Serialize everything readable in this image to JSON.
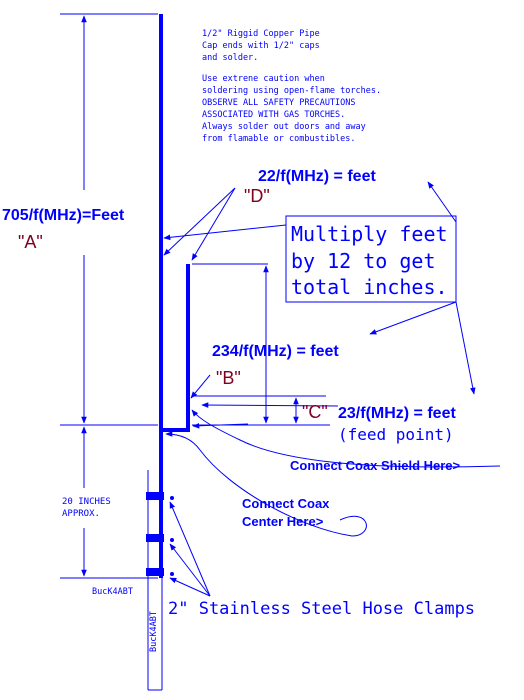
{
  "notes": {
    "line1": "1/2\" Riggid Copper Pipe",
    "line2": "Cap ends with 1/2\" caps",
    "line3": "and solder.",
    "line4": "Use extrene caution when",
    "line5": "soldering using open-flame torches.",
    "line6": "OBSERVE ALL SAFETY PRECAUTIONS",
    "line7": "ASSOCIATED WITH GAS TORCHES.",
    "line8": "Always solder out doors and away",
    "line9": "from flamable or combustibles."
  },
  "formulas": {
    "a": "705/f(MHz)=Feet",
    "d": "22/f(MHz) = feet",
    "b": "234/f(MHz) = feet",
    "c": "23/f(MHz) = feet"
  },
  "labels": {
    "a": "\"A\"",
    "b": "\"B\"",
    "c": "\"C\"",
    "d": "\"D\""
  },
  "multiply_box": {
    "line1": "Multiply feet",
    "line2": "by 12 to get",
    "line3": "total inches."
  },
  "feed_point": "(feed point)",
  "connect_shield": "Connect Coax Shield Here>",
  "connect_center_line1": "Connect Coax",
  "connect_center_line2": "Center Here>",
  "inches_line1": "20 INCHES",
  "inches_line2": "APPROX.",
  "author_horizontal": "BucK4ABT",
  "author_vertical": "BucK4ABT",
  "hose_clamps": "2\" Stainless Steel Hose Clamps",
  "colors": {
    "line": "#0000ff",
    "label": "#800020",
    "background": "#ffffff"
  }
}
